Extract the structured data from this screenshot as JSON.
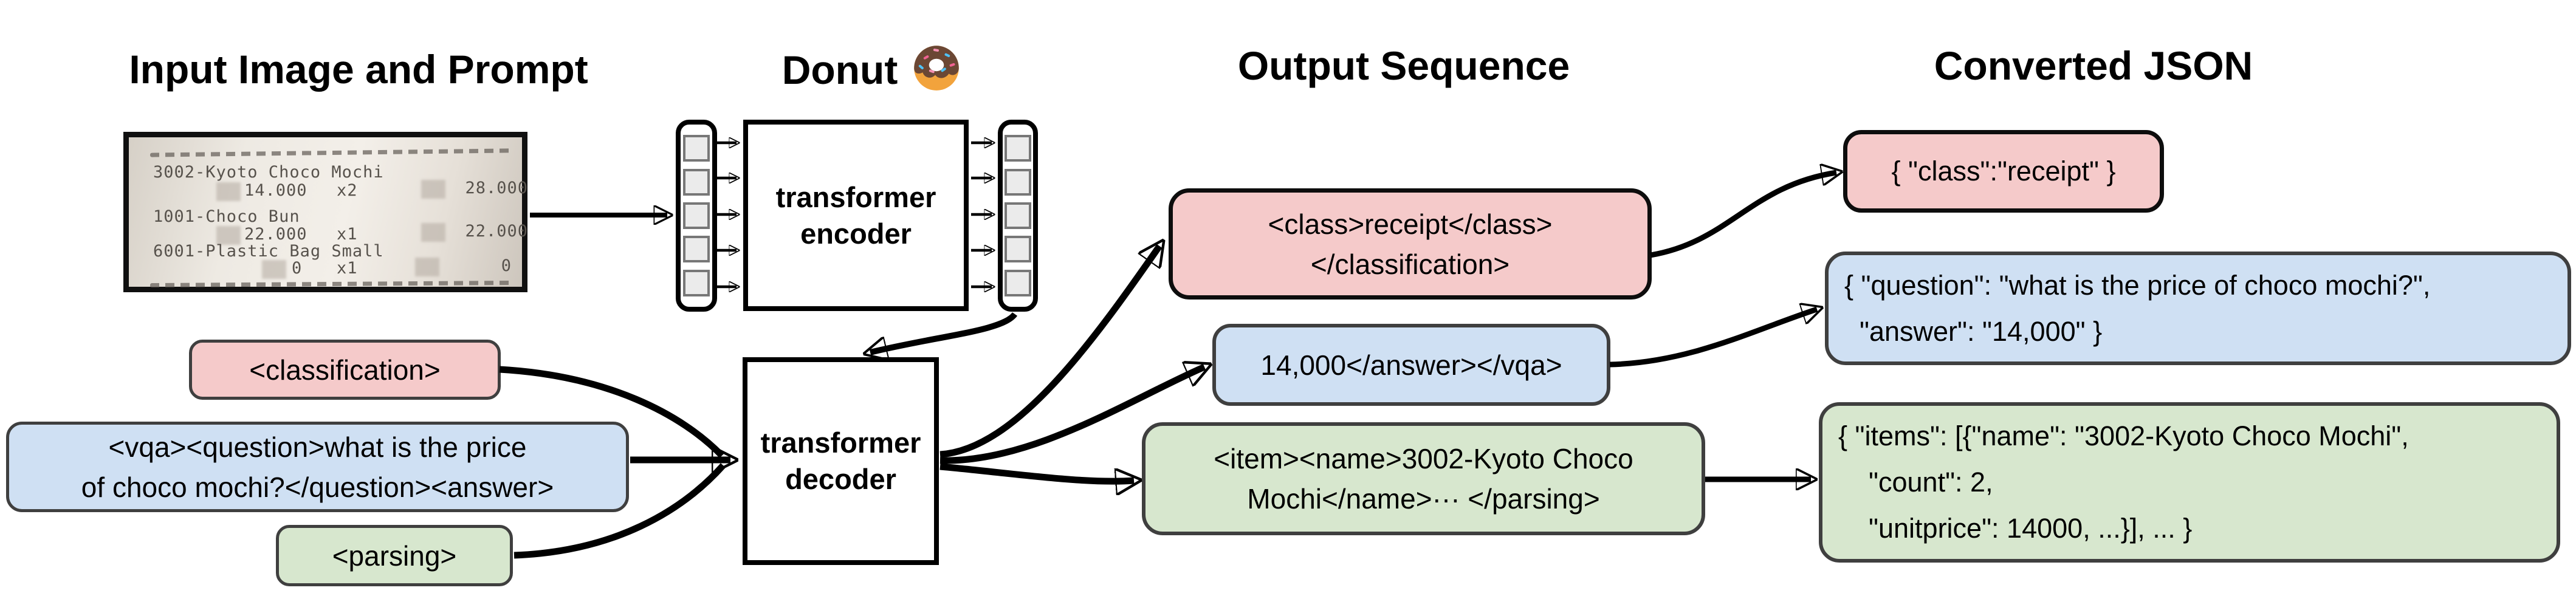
{
  "sections": {
    "input": {
      "title": "Input Image and Prompt"
    },
    "model": {
      "title": "Donut"
    },
    "output": {
      "title": "Output Sequence"
    },
    "json": {
      "title": "Converted JSON"
    }
  },
  "receipt": {
    "items": [
      {
        "name": "3002-Kyoto Choco Mochi",
        "unit": "14.000",
        "mult": "x2",
        "total": "28.000"
      },
      {
        "name": "1001-Choco Bun",
        "unit": "22.000",
        "mult": "x1",
        "total": "22.000"
      },
      {
        "name": "6001-Plastic Bag Small",
        "unit": "0",
        "mult": "x1",
        "total": "0"
      }
    ]
  },
  "model": {
    "encoder_lines": [
      "transformer",
      "encoder"
    ],
    "decoder_lines": [
      "transformer",
      "decoder"
    ]
  },
  "prompts": {
    "classification": "<classification>",
    "vqa_lines": [
      "<vqa><question>what is the price",
      "of choco mochi?</question><answer>"
    ],
    "parsing": "<parsing>"
  },
  "outputs": [
    {
      "name": "classification-output",
      "lines": [
        "<class>receipt</class>",
        "</classification>"
      ]
    },
    {
      "name": "vqa-output",
      "lines": [
        "14,000</answer></vqa>"
      ]
    },
    {
      "name": "parsing-output",
      "lines": [
        "<item><name>3002-Kyoto Choco",
        "Mochi</name>··· </parsing>"
      ]
    }
  ],
  "json_outputs": [
    {
      "name": "classification-json",
      "lines": [
        "{ \"class\":\"receipt\" }"
      ]
    },
    {
      "name": "vqa-json",
      "lines": [
        "{ \"question\": \"what is the price of choco mochi?\",",
        "  \"answer\": \"14,000\" }"
      ]
    },
    {
      "name": "parsing-json",
      "lines": [
        "{ \"items\": [{\"name\": \"3002-Kyoto Choco Mochi\",",
        "    \"count\": 2,",
        "    \"unitprice\": 14000, ...}], ... }"
      ]
    }
  ],
  "colors": {
    "pink": "#f5caca",
    "blue": "#cfe0f3",
    "green": "#d7e7ce",
    "box_border": "#3f3f3f",
    "black": "#000000"
  }
}
